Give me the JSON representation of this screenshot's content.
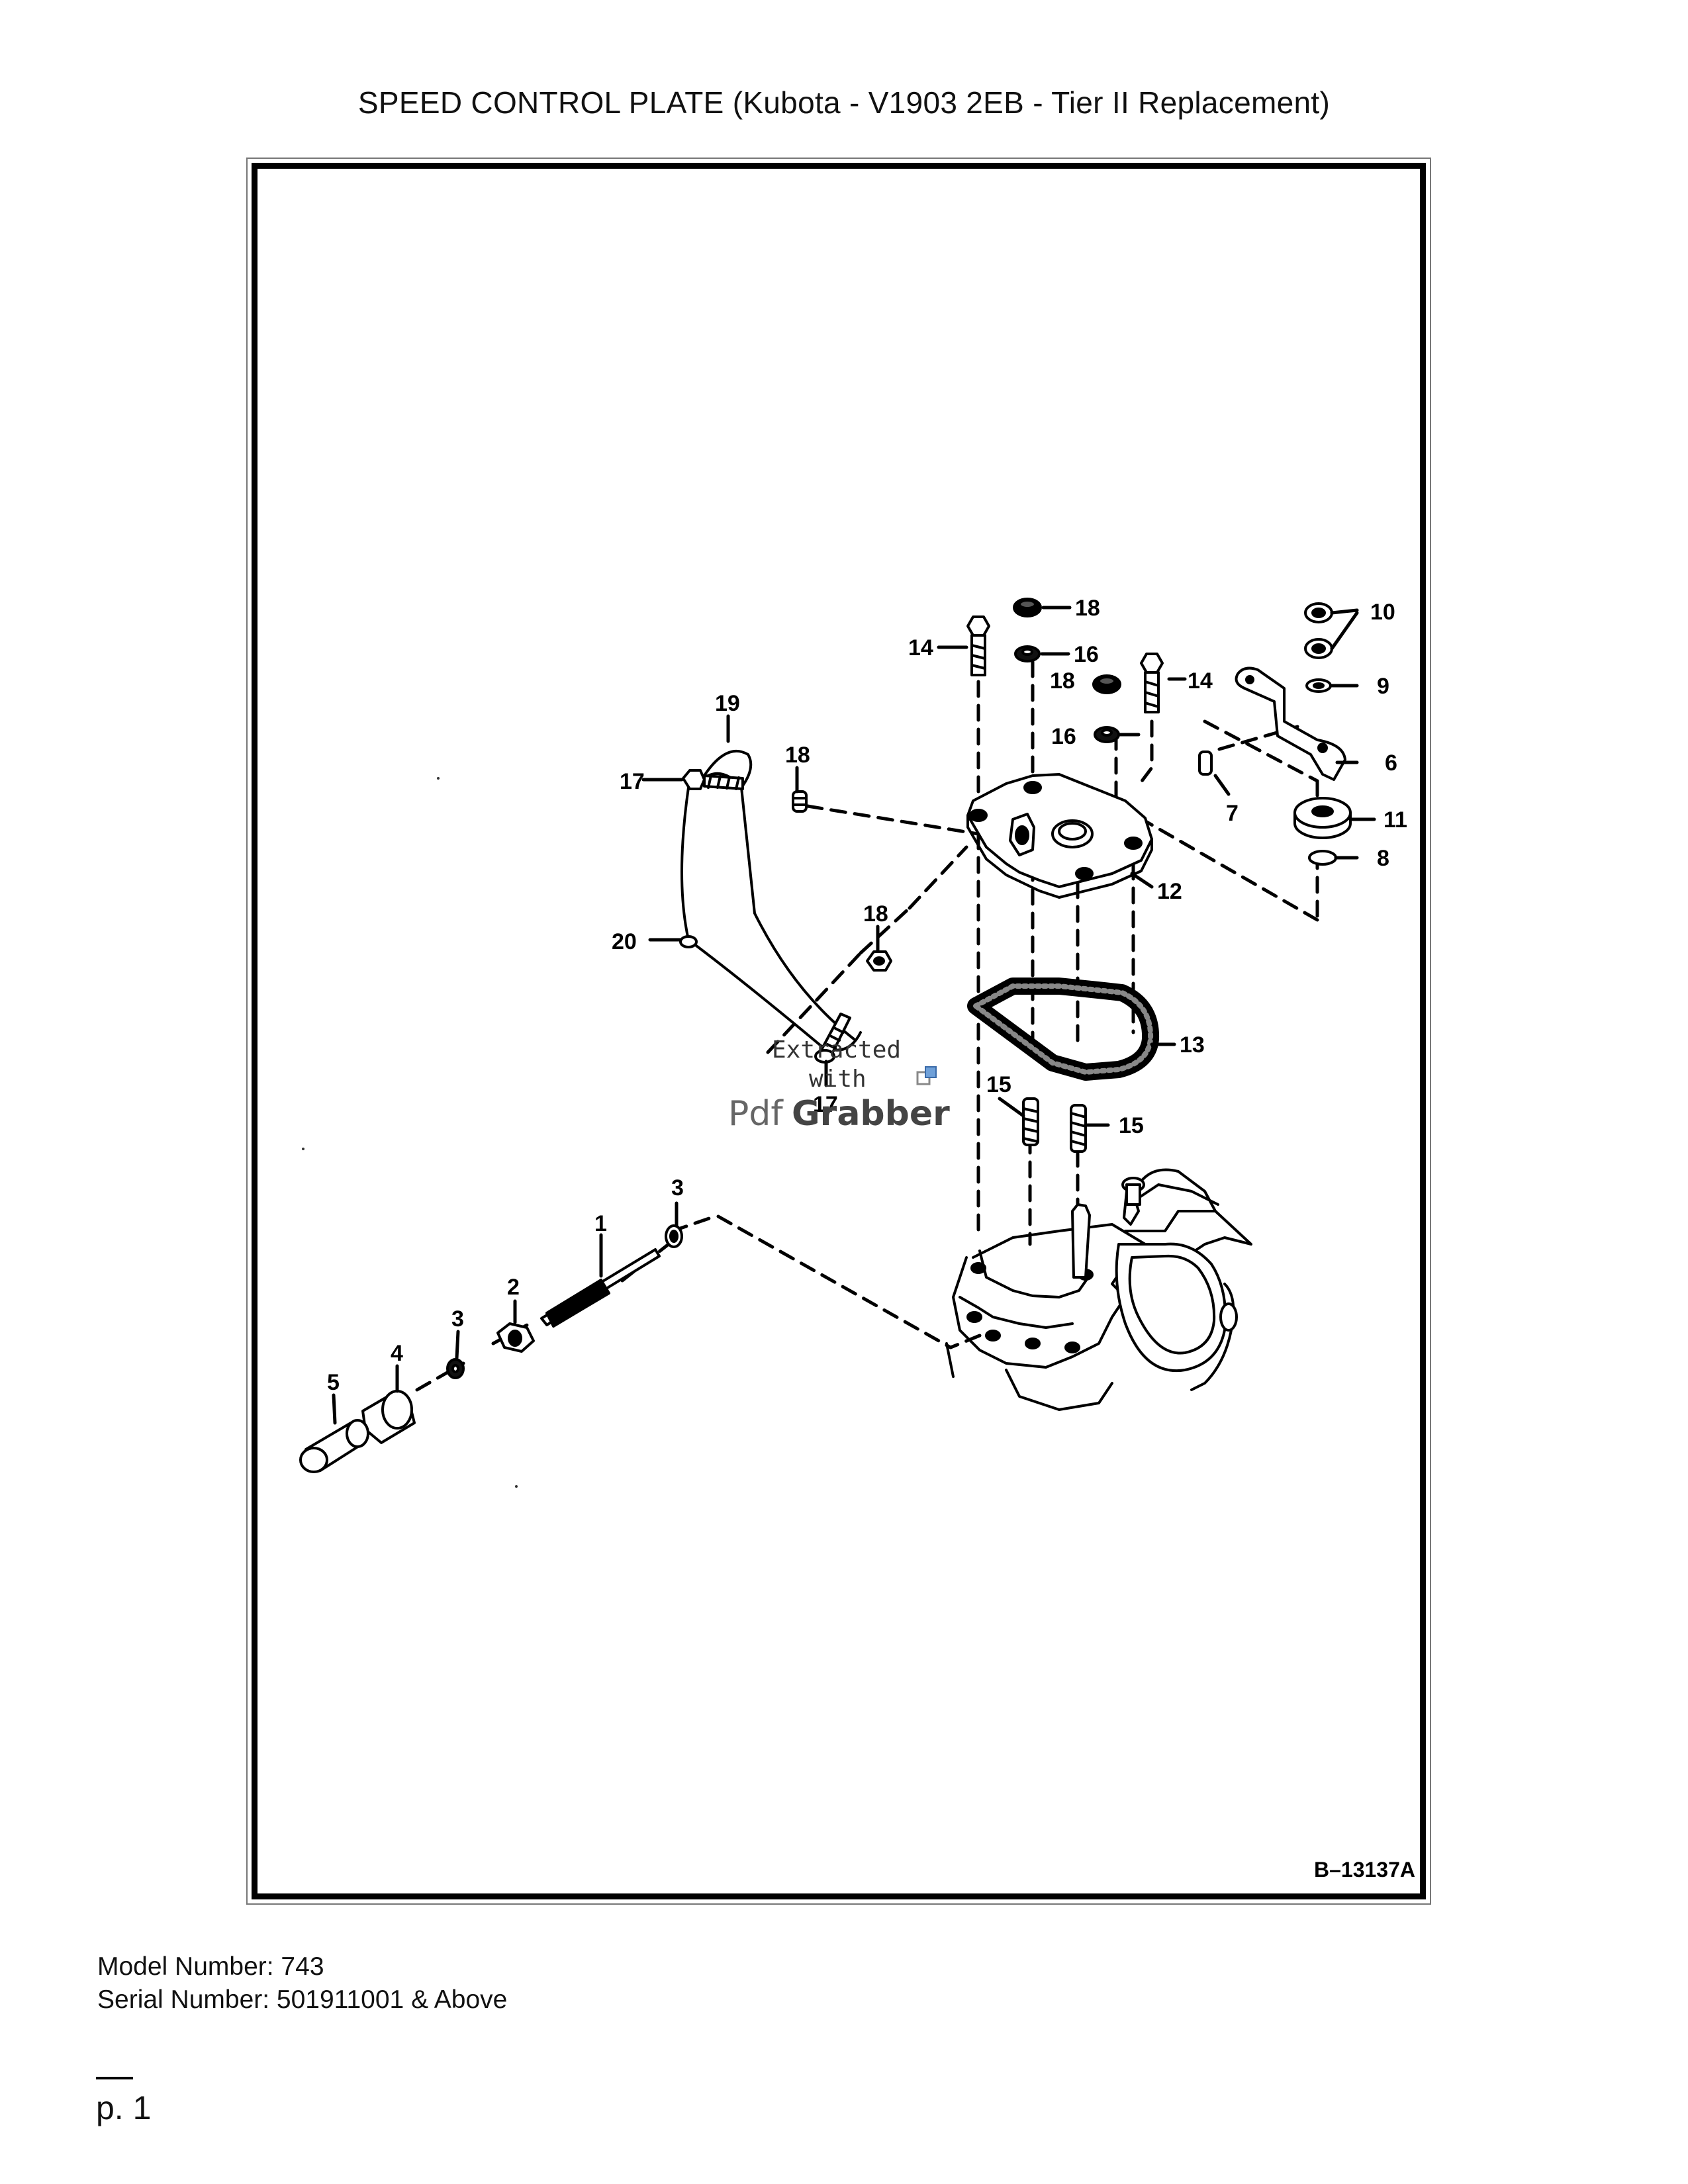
{
  "page": {
    "title": "SPEED CONTROL PLATE (Kubota - V1903 2EB - Tier II Replacement)",
    "model_number": "Model Number: 743",
    "serial_number": "Serial Number: 501911001 & Above",
    "page_number": "p. 1"
  },
  "diagram": {
    "figure_id": "B–13137A",
    "callouts": {
      "c1": "1",
      "c2": "2",
      "c3a": "3",
      "c3b": "3",
      "c4": "4",
      "c5": "5",
      "c6": "6",
      "c7": "7",
      "c8": "8",
      "c9": "9",
      "c10": "10",
      "c11": "11",
      "c12": "12",
      "c13": "13",
      "c14a": "14",
      "c14b": "14",
      "c15a": "15",
      "c15b": "15",
      "c16a": "16",
      "c16b": "16",
      "c17a": "17",
      "c17b": "17",
      "c18a": "18",
      "c18b": "18",
      "c18c": "18",
      "c18d": "18",
      "c19": "19",
      "c20": "20"
    },
    "watermark": {
      "line1": "Extracted",
      "line2": "with",
      "logo_left": "Pdf",
      "logo_right": "Grabber"
    }
  }
}
